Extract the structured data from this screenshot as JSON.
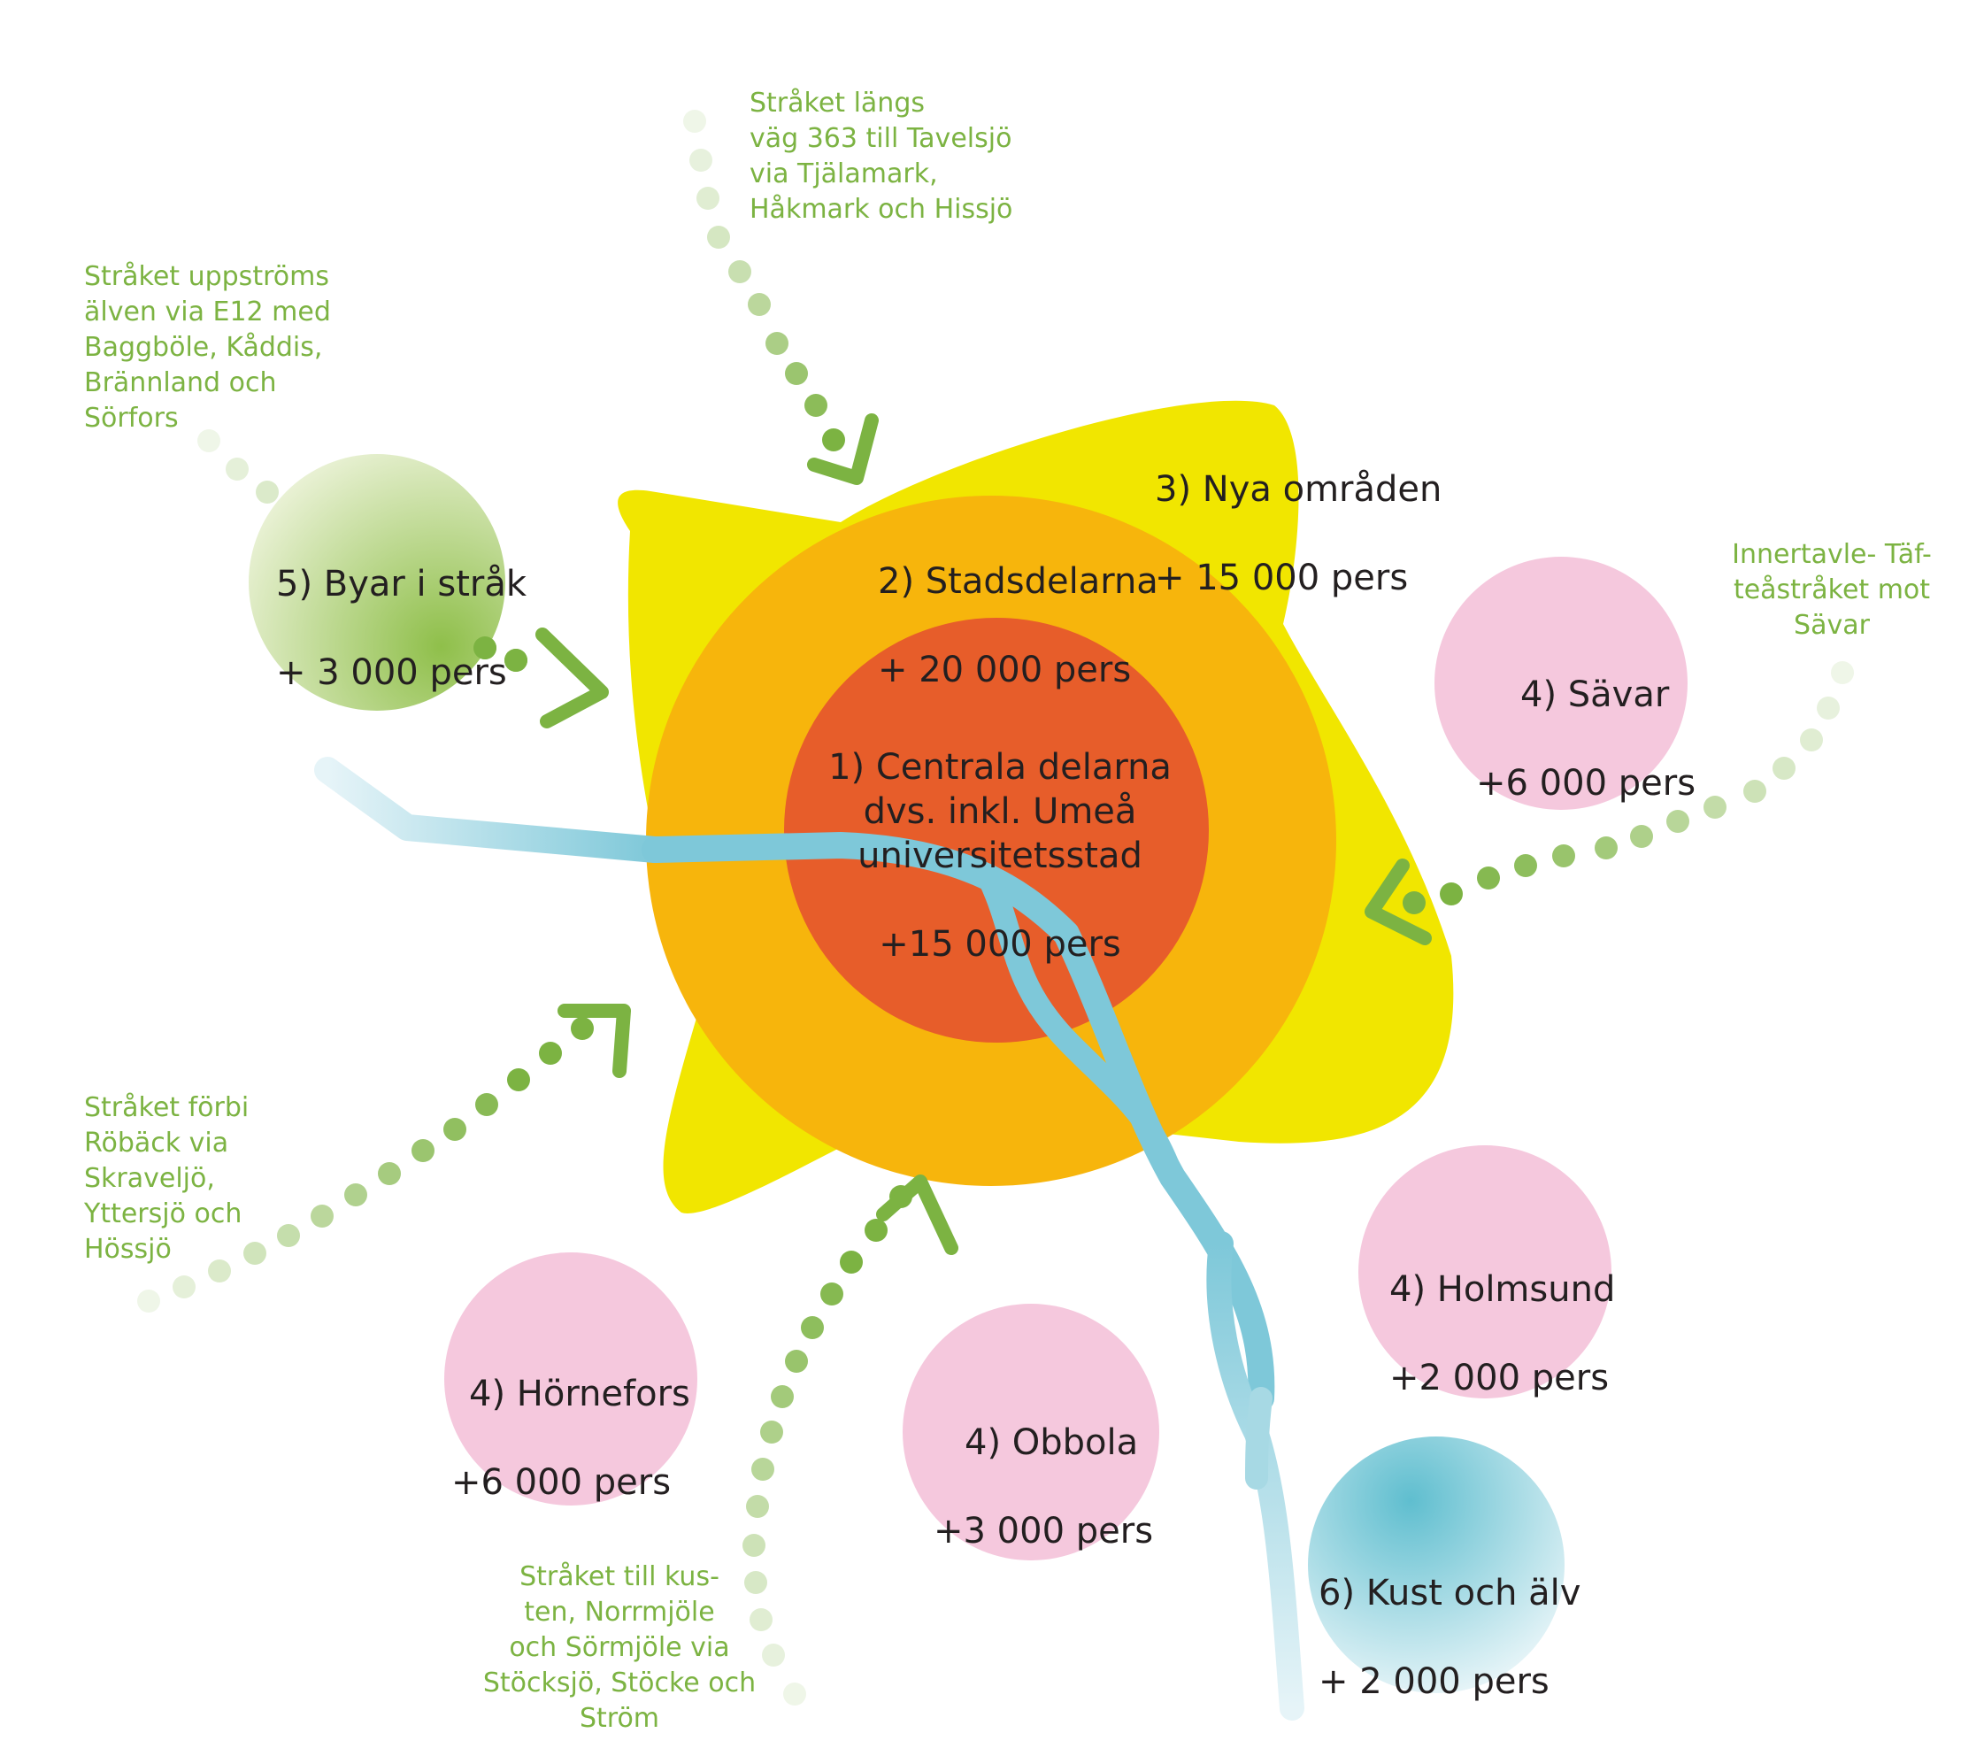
{
  "colors": {
    "star": "#f1e600",
    "ring": "#f7b50c",
    "core": "#e75d2a",
    "river": "#7ec8d9",
    "green": "#7cb342",
    "pink": "#f5c8dd",
    "villages_circle": "#a9cf6a",
    "coast_circle": "#6ec4d4",
    "text_dark": "#231f20",
    "text_green": "#7cb342"
  },
  "zones": {
    "central": {
      "name": "1) Centrala delarna\ndvs. inkl. Umeå\nuniversitetsstad",
      "pop": "+15 000 pers"
    },
    "districts": {
      "name": "2) Stadsdelarna",
      "pop": "+ 20 000 pers"
    },
    "new_areas": {
      "name": "3) Nya områden",
      "pop": "+ 15 000 pers"
    },
    "savar": {
      "name": "4) Sävar",
      "pop": "+6 000 pers"
    },
    "holmsund": {
      "name": "4) Holmsund",
      "pop": "+2 000 pers"
    },
    "hornefors": {
      "name": "4) Hörnefors",
      "pop": "+6 000 pers"
    },
    "obbola": {
      "name": "4) Obbola",
      "pop": "+3 000 pers"
    },
    "villages": {
      "name": "5) Byar i stråk",
      "pop": "+ 3 000 pers"
    },
    "coast": {
      "name": "6) Kust och älv",
      "pop": "+ 2 000 pers"
    }
  },
  "corridors": {
    "north": "Stråket längs\nväg 363 till Tavelsjö\nvia Tjälamark,\nHåkmark och Hissjö",
    "northwest": "Stråket uppströms\nälven via E12 med\nBaggböle,  Kåddis,\nBrännland och\nSörfors",
    "east": "Innertavle- Täf-\nteåstråket mot\nSävar",
    "southwest": "Stråket förbi\nRöbäck via\nSkraveljö,\nYttersjö och\nHössjö",
    "south": "Stråket till kus-\nten, Norrmjöle\noch Sörmjöle via\nStöcksjö, Stöcke och\nStröm"
  }
}
